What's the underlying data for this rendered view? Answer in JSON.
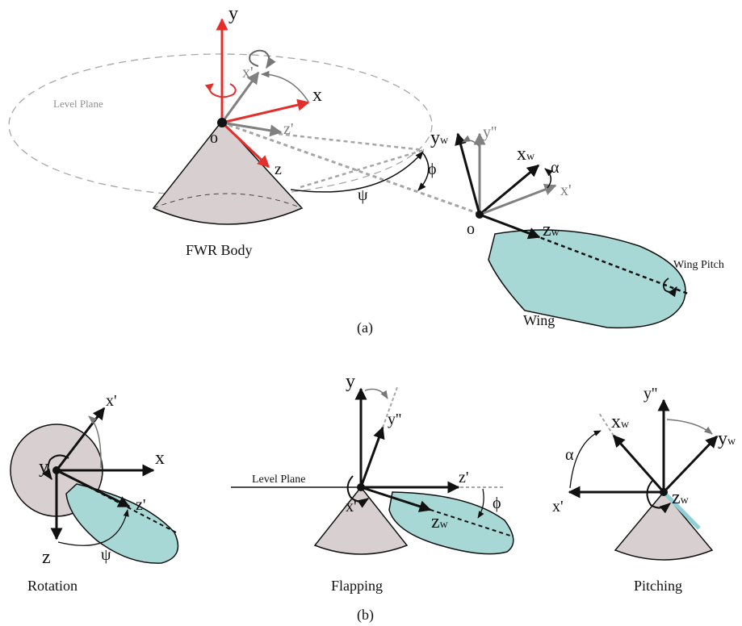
{
  "colors": {
    "body_fill": "#d8d0d0",
    "wing_fill": "#a8d8d6",
    "axis_red": "#e32e2b",
    "axis_gray": "#808080",
    "axis_black": "#111111",
    "plane_dash": "#a6a6a6"
  },
  "part_a": {
    "level_plane": "Level Plane",
    "body_caption": "FWR Body",
    "wing_caption": "Wing",
    "wing_pitch": "Wing Pitch",
    "caption": "(a)",
    "labels": {
      "y": "y",
      "x_prime": "x'",
      "x": "x",
      "z_prime": "z'",
      "o_body": "o",
      "z": "z",
      "psi": "ψ",
      "phi": "ϕ",
      "yw_main": "y",
      "yw_sub": "w",
      "y_dprime": "y''",
      "xw_main": "x",
      "xw_sub": "w",
      "alpha": "α",
      "x_prime_wing": "x'",
      "o_wing": "o",
      "zw_main": "z",
      "zw_sub": "w"
    }
  },
  "part_b": {
    "caption": "(b)",
    "rotation": {
      "caption": "Rotation",
      "labels": {
        "x_prime": "x'",
        "x": "x",
        "y": "y",
        "z_prime": "z'",
        "z": "z",
        "psi": "ψ"
      }
    },
    "flapping": {
      "caption": "Flapping",
      "level_plane": "Level Plane",
      "labels": {
        "y": "y",
        "y_dprime": "y''",
        "z_prime": "z'",
        "x_prime": "x'",
        "zw_main": "z",
        "zw_sub": "w",
        "phi": "ϕ"
      }
    },
    "pitching": {
      "caption": "Pitching",
      "labels": {
        "y_dprime": "y''",
        "xw_main": "x",
        "xw_sub": "w",
        "yw_main": "y",
        "yw_sub": "w",
        "alpha": "α",
        "x_prime": "x'",
        "zw_main": "z",
        "zw_sub": "w"
      }
    }
  }
}
